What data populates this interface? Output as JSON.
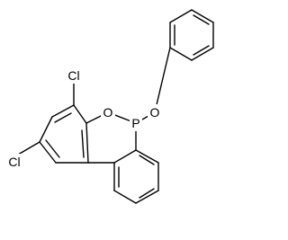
{
  "atoms": {
    "cl_upper": "Cl",
    "cl_lower": "Cl",
    "o_ring": "O",
    "p": "P",
    "o_phenoxy": "O"
  }
}
